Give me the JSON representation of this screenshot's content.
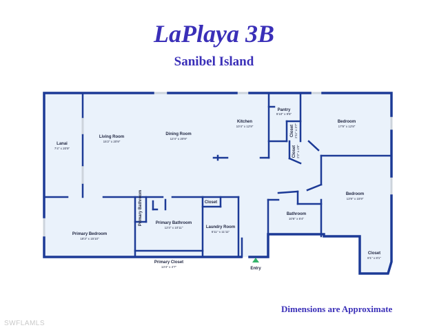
{
  "header": {
    "title": "LaPlaya 3B",
    "subtitle": "Sanibel Island"
  },
  "rooms": [
    {
      "id": "lanai",
      "name": "Lanai",
      "dims": "7'4\" x 20'9\""
    },
    {
      "id": "living",
      "name": "Living Room",
      "dims": "15'2\" x 20'9\""
    },
    {
      "id": "dining",
      "name": "Dining Room",
      "dims": "12'4\" x 20'9\""
    },
    {
      "id": "kitchen",
      "name": "Kitchen",
      "dims": "10'4\" x 12'9\""
    },
    {
      "id": "pantry",
      "name": "Pantry",
      "dims": "5'10\" x 9'6\""
    },
    {
      "id": "closet-a",
      "name": "Closet",
      "dims": "2'11\" x 3'7\""
    },
    {
      "id": "closet-b",
      "name": "Closet",
      "dims": "2'2\" x 4'0\""
    },
    {
      "id": "bedroom-1",
      "name": "Bedroom",
      "dims": "17'9\" x 12'8\""
    },
    {
      "id": "bedroom-2",
      "name": "Bedroom",
      "dims": "13'9\" x 15'9\""
    },
    {
      "id": "bathroom",
      "name": "Bathroom",
      "dims": "10'6\" x 6'4\""
    },
    {
      "id": "closet-c",
      "name": "Closet",
      "dims": "8'1\" x 8'1\""
    },
    {
      "id": "primary-bedroom",
      "name": "Primary Bedroom",
      "dims": "18'3\" x 15'10\""
    },
    {
      "id": "primary-bathroom-sm",
      "name": "Primary Bathroom",
      "dims": ""
    },
    {
      "id": "primary-bathroom",
      "name": "Primary Bathroom",
      "dims": "12'4\" x 10'11\""
    },
    {
      "id": "primary-closet",
      "name": "Primary Closet",
      "dims": "13'4\" x 4'7\""
    },
    {
      "id": "closet-d",
      "name": "Closet",
      "dims": ""
    },
    {
      "id": "laundry",
      "name": "Laundry Room",
      "dims": "6'11\" x 11'11\""
    }
  ],
  "entry": {
    "label": "Entry"
  },
  "footer": {
    "note": "Dimensions are Approximate",
    "watermark": "SWFLAMLS"
  },
  "colors": {
    "wall": "#1c3a96",
    "title": "#3a2fb8",
    "floor": "#eaf2fb",
    "entry": "#35b36b"
  }
}
